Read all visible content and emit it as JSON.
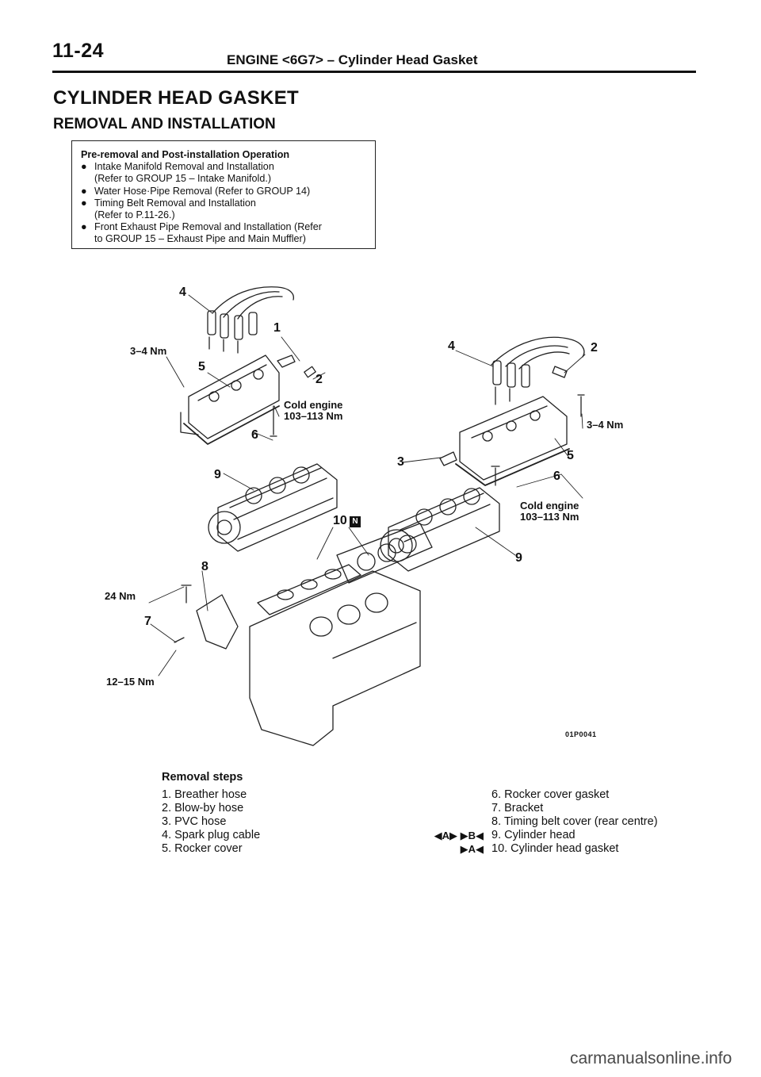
{
  "header": {
    "page_number": "11-24",
    "section_title": "ENGINE <6G7> – Cylinder Head Gasket"
  },
  "title": "CYLINDER HEAD GASKET",
  "subtitle": "REMOVAL AND INSTALLATION",
  "pre_removal": {
    "title": "Pre-removal and Post-installation Operation",
    "items": [
      {
        "lines": [
          "Intake Manifold Removal and Installation",
          "(Refer to GROUP 15 – Intake Manifold.)"
        ]
      },
      {
        "lines": [
          "Water Hose·Pipe Removal (Refer to GROUP 14)"
        ]
      },
      {
        "lines": [
          "Timing Belt Removal and Installation",
          "(Refer to P.11-26.)"
        ]
      },
      {
        "lines": [
          "Front Exhaust Pipe Removal and Installation (Refer",
          "to GROUP 15 – Exhaust Pipe and Main Muffler)"
        ]
      }
    ]
  },
  "diagram": {
    "labels": {
      "torque_3_4_left": "3–4 Nm",
      "cold_engine_left": "Cold engine",
      "torque_103_left": "103–113 Nm",
      "torque_24": "24 Nm",
      "torque_12_15": "12–15 Nm",
      "torque_3_4_right": "3–4 Nm",
      "cold_engine_right": "Cold engine",
      "torque_103_right": "103–113 Nm"
    },
    "numbers": {
      "l4": "4",
      "l1": "1",
      "l5": "5",
      "l2": "2",
      "l6": "6",
      "l9": "9",
      "l10": "10",
      "l8": "8",
      "l7": "7",
      "r4": "4",
      "r2": "2",
      "r3": "3",
      "r5": "5",
      "r6": "6",
      "r9": "9"
    },
    "figure_code": "01P0041"
  },
  "removal_steps": {
    "title": "Removal steps",
    "left": [
      "1. Breather hose",
      "2. Blow-by hose",
      "3. PVC hose",
      "4. Spark plug cable",
      "5. Rocker cover"
    ],
    "right": [
      {
        "mark": "",
        "text": "6. Rocker cover gasket"
      },
      {
        "mark": "",
        "text": "7. Bracket"
      },
      {
        "mark": "",
        "text": "8. Timing belt cover (rear centre)"
      },
      {
        "mark": "◀A▶  ▶B◀",
        "text": "9. Cylinder head"
      },
      {
        "mark": "▶A◀",
        "text": "10. Cylinder head gasket"
      }
    ]
  },
  "watermark": "carmanualsonline.info"
}
